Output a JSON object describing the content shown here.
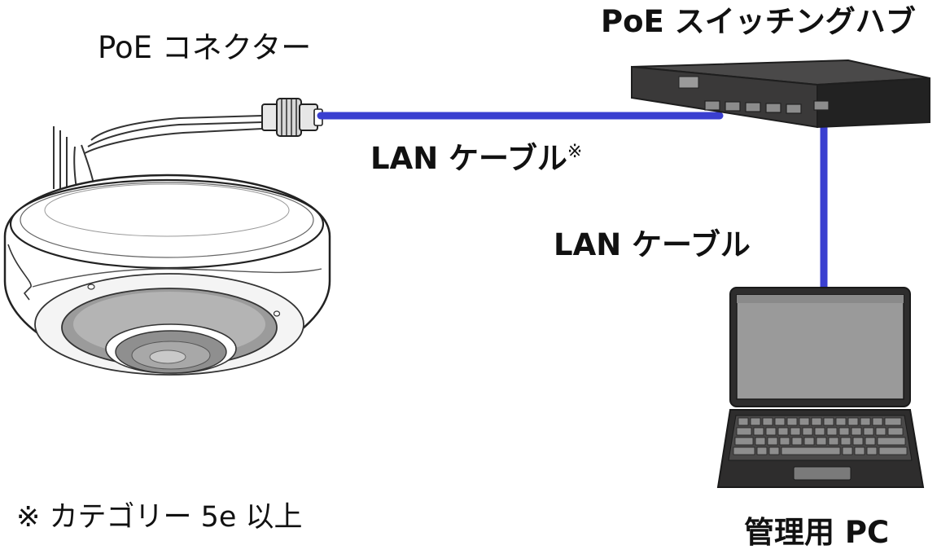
{
  "labels": {
    "poe_connector": "PoE コネクター",
    "poe_switch": "PoE スイッチングハブ",
    "lan_cable_1": "LAN ケーブル",
    "lan_cable_1_mark": "※",
    "lan_cable_2": "LAN ケーブル",
    "management_pc": "管理用 PC",
    "footnote": "※ カテゴリー 5e 以上"
  },
  "colors": {
    "cable": "#3a3fd0",
    "device_dark": "#2e2d2d",
    "switch_top": "#4a4949",
    "outline": "#222222"
  },
  "icons": {
    "camera": "fisheye-dome-camera-icon",
    "connector": "rj45-connector-icon",
    "switch": "network-switch-icon",
    "pc": "laptop-icon"
  }
}
